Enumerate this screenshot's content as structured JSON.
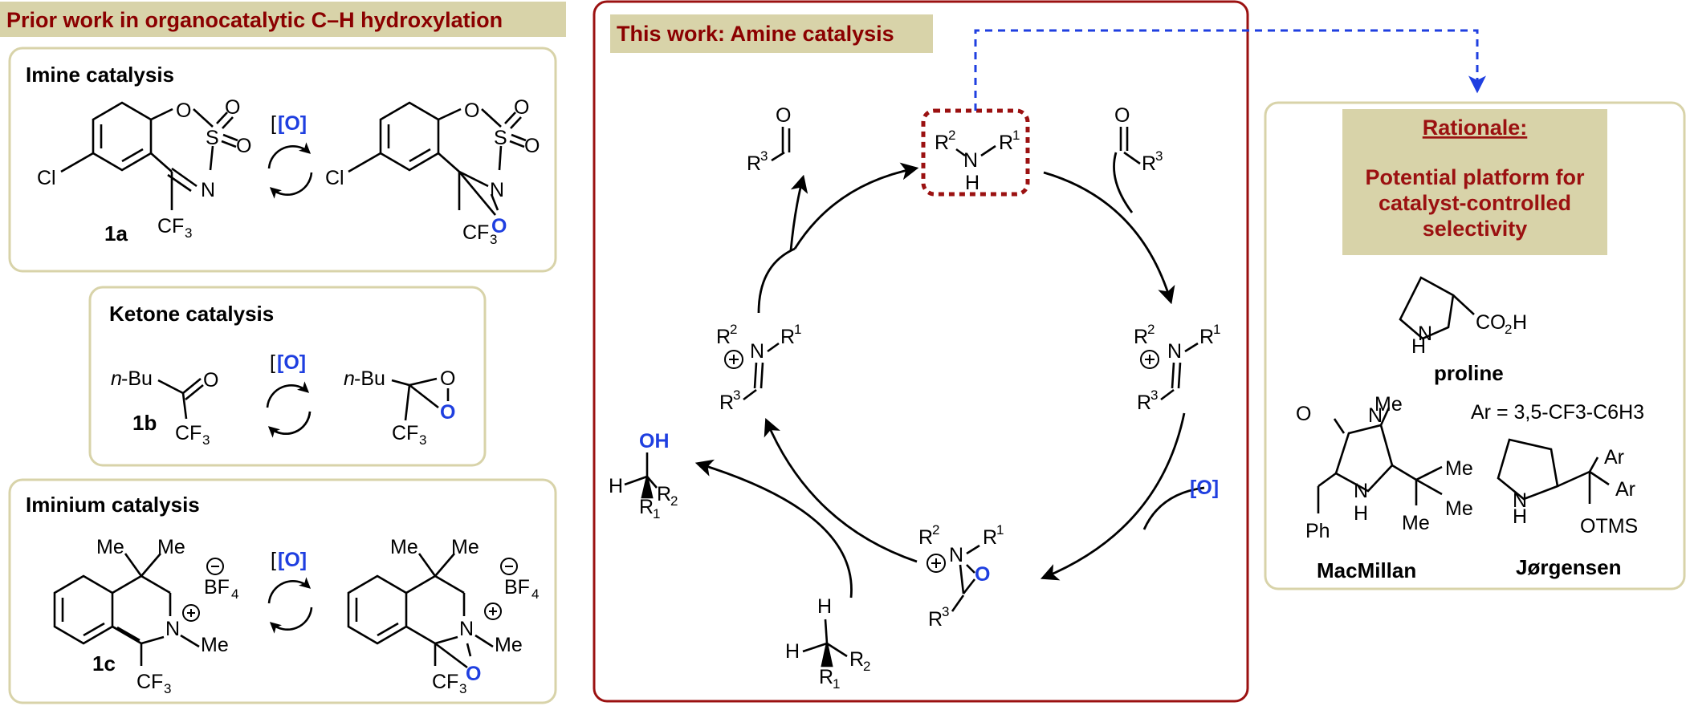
{
  "prior": {
    "header": "Prior work in organocatalytic C–H hydroxylation",
    "imine": {
      "title": "Imine catalysis",
      "oxidant": "[O]",
      "compound": "1a"
    },
    "ketone": {
      "title": "Ketone catalysis",
      "oxidant": "[O]",
      "compound": "1b",
      "substituent": "n-Bu"
    },
    "iminium": {
      "title": "Iminium catalysis",
      "oxidant": "[O]",
      "compound": "1c",
      "counterion": "BF4"
    }
  },
  "this_work": {
    "header": "This work: Amine catalysis",
    "oxidant_label": "[O]",
    "hydroxyl_label": "OH"
  },
  "rationale": {
    "title": "Rationale:",
    "lines": [
      "Potential platform for",
      "catalyst-controlled",
      "selectivity"
    ],
    "catalysts": {
      "proline": "proline",
      "macmillan": "MacMillan",
      "jorgensen": "Jørgensen",
      "ar_definition": "Ar = 3,5-CF3-C6H3"
    }
  },
  "colors": {
    "header_bg": "#d8d3a9",
    "header_text": "#8b0000",
    "panel_border": "#d8d3a9",
    "this_work_border": "#9b1111",
    "accent_blue": "#1f3fe0"
  }
}
